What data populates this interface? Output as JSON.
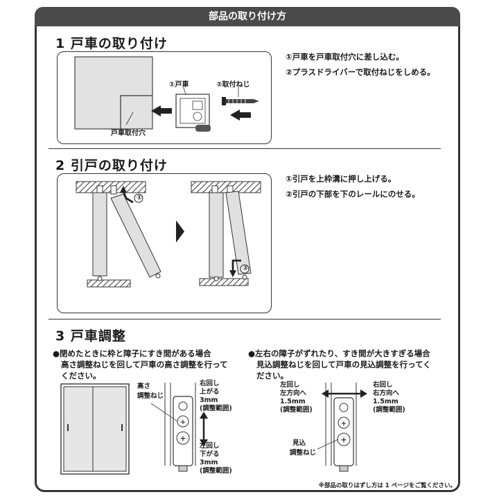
{
  "header": {
    "title": "部品の取り付け方"
  },
  "section1": {
    "title": "1 戸車の取り付け",
    "steps": [
      "①戸車を戸車取付穴に差し込む。",
      "②プラスドライバーで取付ねじをしめる。"
    ],
    "labels": {
      "roller": "①戸車",
      "screw": "②取付ねじ",
      "hole": "戸車取付穴"
    }
  },
  "section2": {
    "title": "2 引戸の取り付け",
    "steps": [
      "①引戸を上枠溝に押し上げる。",
      "②引戸の下部を下のレールにのせる。"
    ],
    "markers": {
      "one": "①",
      "two": "②"
    }
  },
  "section3": {
    "title": "3 戸車調整",
    "left": {
      "bullet_line1": "●閉めたときに枠と障子にすき間がある場合",
      "bullet_line2": "高さ調整ねじを回して戸車の高さ調整を行って",
      "bullet_line3": "ください。",
      "screw_label_1": "高さ",
      "screw_label_2": "調整ねじ",
      "right_turn": [
        "右回し",
        "上がる",
        "3mm",
        "(調整範囲)"
      ],
      "left_turn": [
        "左回し",
        "下がる",
        "3mm",
        "(調整範囲)"
      ]
    },
    "right": {
      "bullet_line1": "●左右の障子がずれたり、すき間が大きすぎる場合",
      "bullet_line2": "見込調整ねじを回して戸車の見込調整を行ってく",
      "bullet_line3": "ださい。",
      "left_turn": [
        "左回し",
        "左方向へ",
        "1.5mm",
        "(調整範囲)"
      ],
      "right_turn": [
        "右回し",
        "右方向へ",
        "1.5mm",
        "(調整範囲)"
      ],
      "screw_label_1": "見込",
      "screw_label_2": "調整ねじ"
    }
  },
  "footnote": "※部品の取りはずし方は 1 ページをご覧ください。"
}
